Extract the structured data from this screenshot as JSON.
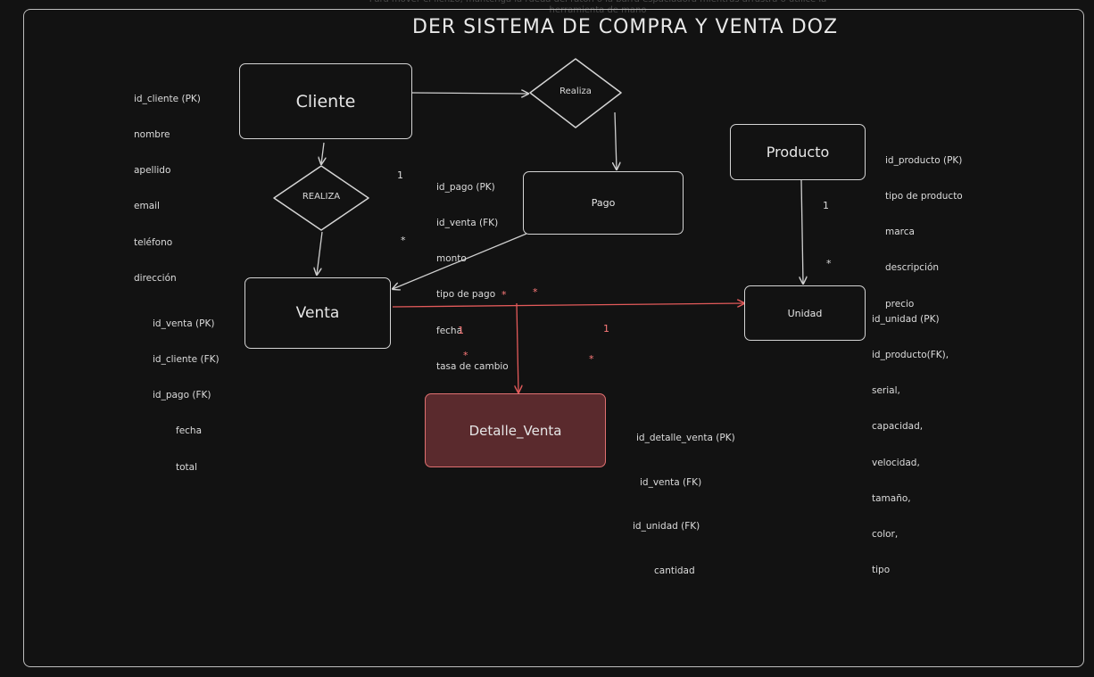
{
  "hint_text": "Para mover el lienzo, mantenga la rueda del ratón o la barra espaciadora mientras arrastra o utilice la herramienta de mano",
  "title": "DER SISTEMA DE COMPRA Y VENTA DOZ",
  "entities": {
    "cliente": "Cliente",
    "producto": "Producto",
    "pago": "Pago",
    "venta": "Venta",
    "unidad": "Unidad",
    "detalle_venta": "Detalle_Venta"
  },
  "relationships": {
    "realiza_top": "Realiza",
    "realiza_left": "REALIZA"
  },
  "attributes": {
    "cliente": [
      "id_cliente (PK)",
      "nombre",
      "apellido",
      "email",
      "teléfono",
      "dirección"
    ],
    "producto": [
      "id_producto (PK)",
      "tipo de producto",
      "marca",
      "descripción",
      "precio"
    ],
    "pago": [
      "id_pago (PK)",
      "id_venta (FK)",
      "monto",
      "tipo de pago",
      "fecha",
      "tasa de cambio"
    ],
    "venta": [
      "id_venta (PK)",
      "id_cliente (FK)",
      "id_pago (FK)",
      "fecha",
      "total"
    ],
    "unidad": [
      "id_unidad (PK)",
      "id_producto(FK),",
      "serial,",
      "capacidad,",
      "velocidad,",
      "tamaño,",
      "color,",
      "tipo"
    ],
    "detalle_venta": [
      "id_detalle_venta (PK)",
      "id_venta (FK)",
      "id_unidad (FK)",
      "cantidad"
    ]
  },
  "cardinalities": {
    "pago_one": "1",
    "pago_many": "*",
    "producto_one": "1",
    "producto_many": "*",
    "red_star_a": "*",
    "red_star_b": "*",
    "red_one_a": "1",
    "red_one_b": "1",
    "red_star_c": "*",
    "red_star_d": "*"
  },
  "colors": {
    "background": "#121212",
    "stroke": "#d4d4d4",
    "relation_red": "#e35a5a",
    "detalle_fill": "#5a2a2d"
  }
}
